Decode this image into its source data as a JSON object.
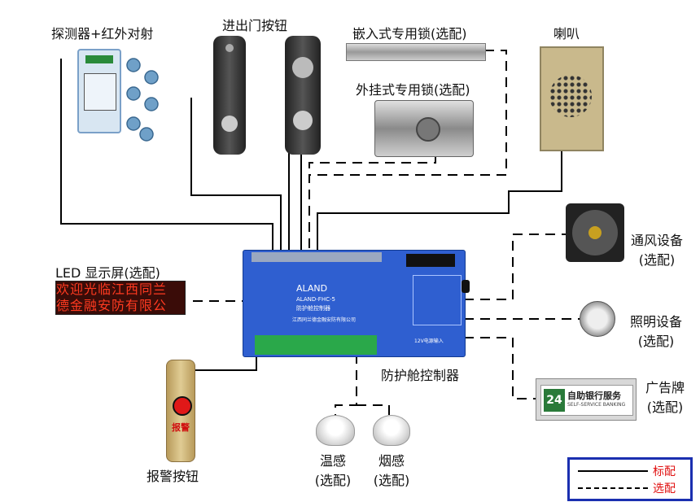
{
  "labels": {
    "detector": "探测器+红外对射",
    "door_button": "进出门按钮",
    "embedded_lock": "嵌入式专用锁(选配)",
    "external_lock": "外挂式专用锁(选配)",
    "speaker": "喇叭",
    "fan_l1": "通风设备",
    "fan_l2": "(选配)",
    "led_screen": "LED 显示屏(选配)",
    "light_l1": "照明设备",
    "light_l2": "(选配)",
    "controller": "防护舱控制器",
    "ad_l1": "广告牌",
    "ad_l2": "(选配)",
    "alarm_button": "报警按钮",
    "temp_l1": "温感",
    "temp_l2": "(选配)",
    "smoke_l1": "烟感",
    "smoke_l2": "(选配)"
  },
  "led_text": {
    "line1": "欢迎光临江西同兰",
    "line2": "德金融安防有限公"
  },
  "controller": {
    "brand": "ALAND",
    "model": "ALAND-FHC-5",
    "name": "防护舱控制器",
    "company": "江西同兰德金融安防有限公司",
    "power": "12V电源输入"
  },
  "alarm_tag": "报警",
  "ad_board": {
    "logo": "24",
    "cn": "自助银行服务",
    "en": "SELF-SERVICE BANKING"
  },
  "legend": {
    "standard": "标配",
    "optional": "选配"
  },
  "colors": {
    "controller_blue": "#2f5fd0",
    "legend_border": "#1a2fb0",
    "legend_text": "#e01010",
    "terminal_green": "#2aa84a"
  }
}
